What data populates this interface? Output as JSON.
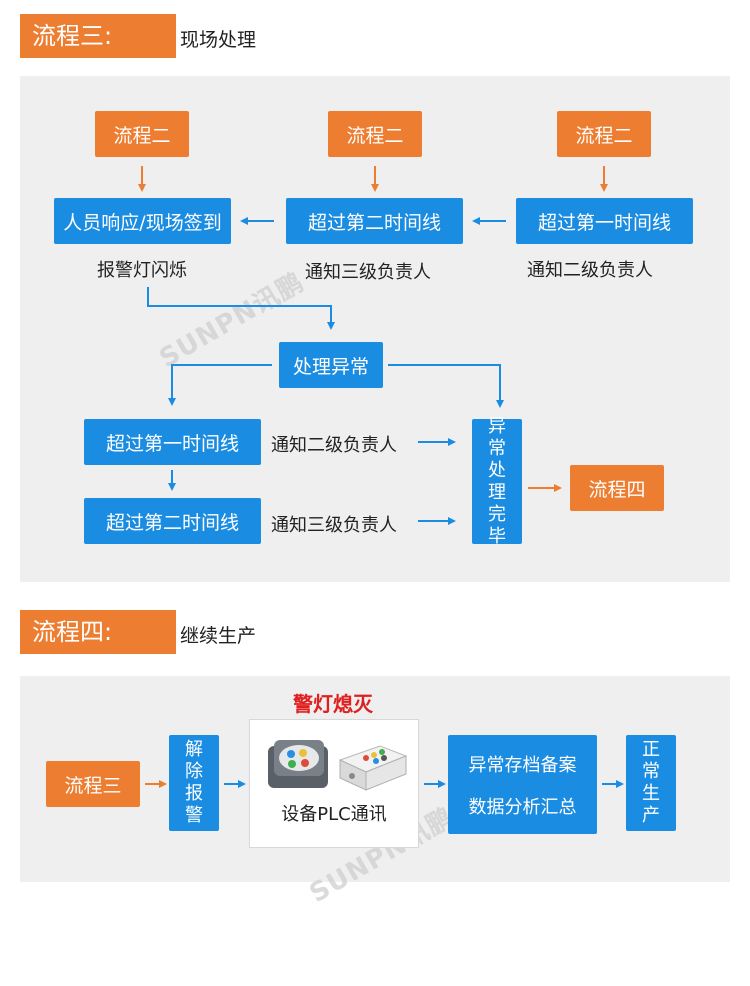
{
  "section3": {
    "tag": "流程三:",
    "subtitle": "现场处理",
    "top_row": [
      "流程二",
      "流程二",
      "流程二"
    ],
    "step_left": "人员响应/现场签到",
    "step_mid": "超过第二时间线",
    "step_right": "超过第一时间线",
    "note_left": "报警灯闪烁",
    "note_mid": "通知三级负责人",
    "note_right": "通知二级负责人",
    "handle": "处理异常",
    "branch1_box": "超过第一时间线",
    "branch1_note": "通知二级负责人",
    "branch2_box": "超过第二时间线",
    "branch2_note": "通知三级负责人",
    "done_vertical": [
      "异",
      "常",
      "处",
      "理",
      "完",
      "毕"
    ],
    "next": "流程四"
  },
  "section4": {
    "tag": "流程四:",
    "subtitle": "继续生产",
    "from": "流程三",
    "release_vertical": [
      "解",
      "除",
      "报",
      "警"
    ],
    "lamp_off": "警灯熄灭",
    "device_label": "设备PLC通讯",
    "archive_line1": "异常存档备案",
    "archive_line2": "数据分析汇总",
    "resume_vertical": [
      "正",
      "常",
      "生",
      "产"
    ]
  },
  "watermark": "SUNPN讯鹏",
  "colors": {
    "orange": "#ed7d31",
    "blue": "#1a8ce2",
    "panel": "#efefef",
    "alert": "#e02020"
  }
}
